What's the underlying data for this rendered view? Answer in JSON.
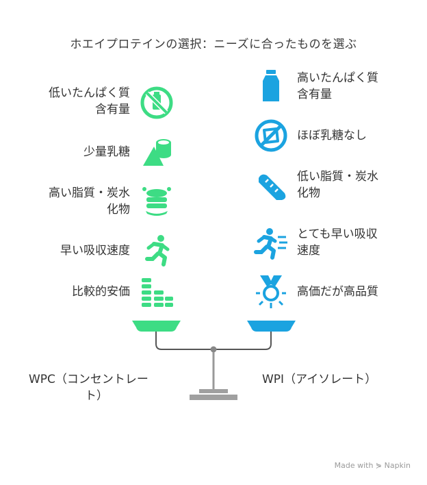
{
  "title": "ホエイプロテインの選択：ニーズに合ったものを選ぶ",
  "left": {
    "label_line1": "WPC（コンセントレー",
    "label_line2": "ト）",
    "color": "#3ddc84",
    "items": [
      {
        "line1": "低いたんぱく質",
        "line2": "含有量",
        "icon": "no-milk-icon"
      },
      {
        "line1": "少量乳糖",
        "line2": "",
        "icon": "shapes-icon"
      },
      {
        "line1": "高い脂質・炭水",
        "line2": "化物",
        "icon": "food-stack-icon"
      },
      {
        "line1": "早い吸収速度",
        "line2": "",
        "icon": "running-icon"
      },
      {
        "line1": "比較的安価",
        "line2": "",
        "icon": "coin-stack-icon"
      }
    ]
  },
  "right": {
    "label": "WPI（アイソレート）",
    "color": "#1ba3e0",
    "items": [
      {
        "line1": "高いたんぱく質",
        "line2": "含有量",
        "icon": "bottle-icon"
      },
      {
        "line1": "ほぼ乳糖なし",
        "line2": "",
        "icon": "no-bread-icon"
      },
      {
        "line1": "低い脂質・炭水",
        "line2": "化物",
        "icon": "bread-icon"
      },
      {
        "line1": "とても早い吸収",
        "line2": "速度",
        "icon": "fast-run-icon"
      },
      {
        "line1": "高価だが高品質",
        "line2": "",
        "icon": "medal-icon"
      }
    ]
  },
  "footer": "Made with ⋟ Napkin"
}
